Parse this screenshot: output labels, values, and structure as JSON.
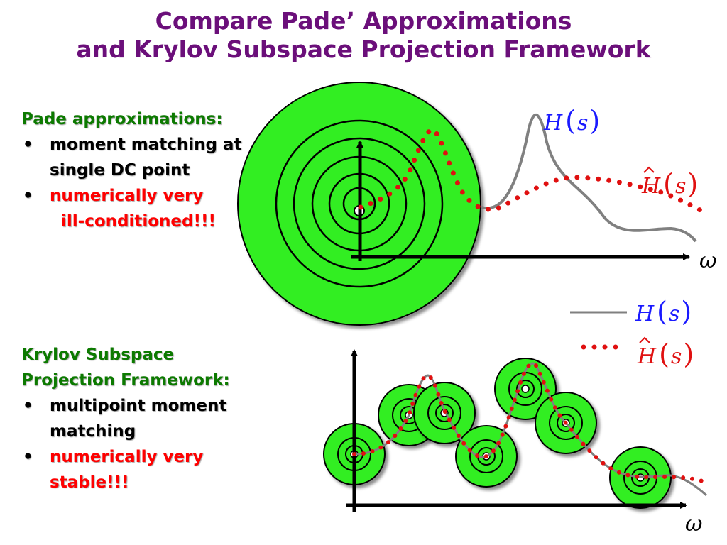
{
  "title": {
    "line1": "Compare Pade’ Approximations",
    "line2": "and Krylov Subspace Projection Framework"
  },
  "pade": {
    "heading": "Pade approximations:",
    "bullet_char": "•",
    "bullet1": [
      "moment matching at",
      "single DC point"
    ],
    "bullet2": [
      "numerically very",
      "ill-conditioned!!!"
    ]
  },
  "krylov": {
    "heading": [
      "Krylov Subspace",
      "Projection Framework:"
    ],
    "bullet_char": "•",
    "bullet1": [
      "multipoint moment",
      "matching"
    ],
    "bullet2": [
      "numerically very",
      "stable!!!"
    ]
  },
  "labels": {
    "omega": "ω",
    "H_letter": "H",
    "s_letter": "s",
    "open_paren": "(",
    "close_paren": ")"
  },
  "colors": {
    "title": "#6b0f7a",
    "heading": "#0c7a00",
    "emphasis": "#ff0000",
    "disk_fill": "#33ee22",
    "exact_curve": "#808080",
    "approx_dots": "#e01010",
    "H_label": "#1a1aff",
    "Hhat_label": "#e01010"
  }
}
